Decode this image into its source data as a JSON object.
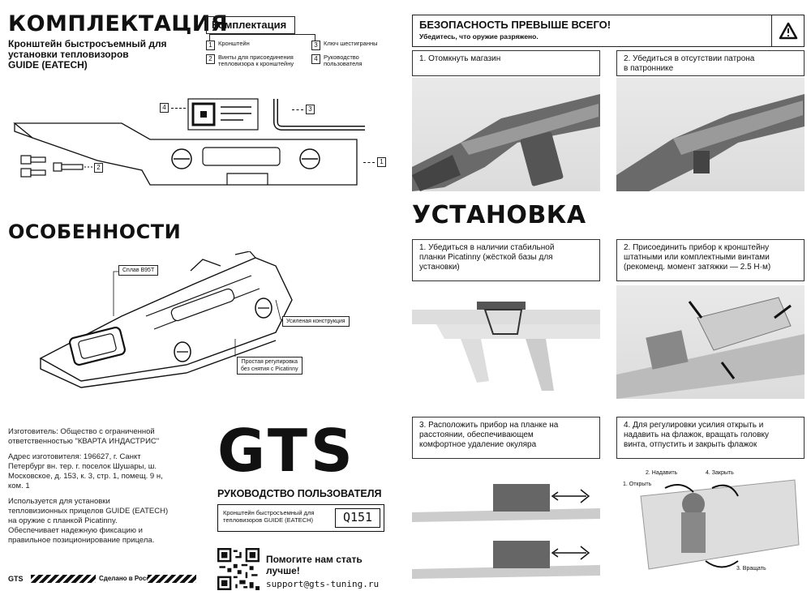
{
  "left": {
    "kit_title": "КОМПЛЕКТАЦИЯ",
    "kit_subtitle": [
      "Кронштейн быстросъемный для",
      "установки тепловизоров",
      "GUIDE (EATECH)"
    ],
    "legend_title": "Комплектация",
    "legend": [
      {
        "num": "1",
        "text": "Кронштейн"
      },
      {
        "num": "3",
        "text": "Ключ шестигранны"
      },
      {
        "num": "2",
        "text": "Винты для присоединения тепловизора к кронштейну"
      },
      {
        "num": "4",
        "text": "Руководство пользователя"
      }
    ],
    "part_labels": {
      "p1": "1",
      "p2": "2",
      "p3": "3",
      "p4": "4"
    },
    "features_title": "ОСОБЕННОСТИ",
    "callouts": {
      "alloy": "Сплав В95Т",
      "reinforced": "Усиленая конструкция",
      "adjust": [
        "Простая регулировка",
        "без снятия с Picatinny"
      ]
    },
    "manufacturer": [
      "Изготовитель: Общество с ограниченной",
      "ответственностью \"КВАРТА ИНДАСТРИС\"",
      "",
      "Адрес изготовителя: 196627, г. Санкт",
      "Петербург вн. тер. г. поселок Шушары, ш.",
      "Московское, д. 153, к. 3, стр. 1, помещ. 9 н,",
      "ком. 1",
      "",
      "Используется для установки",
      "тепловизионных прицелов GUIDE (EATECH)",
      "на оружие с планкой Picatinny.",
      "Обеспечивает надежную фиксацию и",
      "правильное позиционирование прицела."
    ],
    "footer_logo": "GTS",
    "footer_made": "Сделано в России"
  },
  "center": {
    "logo": "GTS",
    "manual_title": "РУКОВОДСТВО ПОЛЬЗОВАТЕЛЯ",
    "product_desc": [
      "Кронштейн быстросъемный для",
      "тепловизоров GUIDE (EATECH)"
    ],
    "code": "Q151",
    "help_text": [
      "Помогите нам стать",
      "лучше!"
    ],
    "email": "support@gts-tuning.ru"
  },
  "right": {
    "safety_title": "БЕЗОПАСНОСТЬ ПРЕВЫШЕ ВСЕГО!",
    "safety_sub": "Убедитесь, что оружие разряжено.",
    "safety_steps": [
      [
        "1. Отомкнуть магазин"
      ],
      [
        "2. Убедиться в отсутствии патрона",
        "в патроннике"
      ]
    ],
    "install_title": "УСТАНОВКА",
    "install_steps": [
      [
        "1. Убедиться в наличии стабильной",
        "планки Picatinny (жёсткой базы для",
        "установки)"
      ],
      [
        "2. Присоединить прибор к кронштейну",
        "штатными или комплектными винтами",
        "(рекоменд. момент затяжки — 2.5 Н·м)"
      ],
      [
        "3. Расположить прибор на планке на",
        "расстоянии, обеспечивающем",
        "комфортное удаление окуляра"
      ],
      [
        "4. Для регулировки усилия открыть и",
        "надавить на флажок, вращать головку",
        "винта, отпустить и закрыть флажок"
      ]
    ],
    "step4_labels": {
      "open": "1. Открыть",
      "press": "2. Надавить",
      "close": "4. Закрыть",
      "rotate": "3. Вращать"
    }
  }
}
